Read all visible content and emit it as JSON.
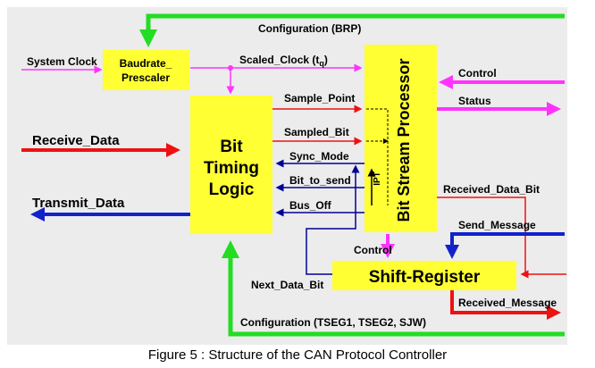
{
  "colors": {
    "background": "#ececec",
    "block": "#ffff33",
    "green": "#22dd22",
    "magenta": "#ff33ff",
    "red": "#ee1111",
    "blue": "#1122cc",
    "dark_blue": "#000099"
  },
  "blocks": {
    "baudrate_prescaler": [
      "Baudrate_",
      "Prescaler"
    ],
    "bit_timing_logic": [
      "Bit",
      "Timing",
      "Logic"
    ],
    "bit_stream_processor": "Bit Stream Processor",
    "shift_register": "Shift-Register",
    "ipt": "IPT"
  },
  "signals": {
    "configuration_brp": "Configuration (BRP)",
    "system_clock": "System Clock",
    "scaled_clock_prefix": "Scaled_Clock (t",
    "scaled_clock_sub": "q",
    "scaled_clock_suffix": ")",
    "control_in": "Control",
    "status": "Status",
    "sample_point": "Sample_Point",
    "sampled_bit": "Sampled_Bit",
    "receive_data": "Receive_Data",
    "transmit_data": "Transmit_Data",
    "sync_mode": "Sync_Mode",
    "bit_to_send": "Bit_to_send",
    "bus_off": "Bus_Off",
    "received_data_bit": "Received_Data_Bit",
    "send_message": "Send_Message",
    "control_shift": "Control",
    "next_data_bit": "Next_Data_Bit",
    "received_message": "Received_Message",
    "configuration_tseg": "Configuration (TSEG1, TSEG2, SJW)"
  },
  "caption": "Figure 5 : Structure of the CAN Protocol Controller"
}
